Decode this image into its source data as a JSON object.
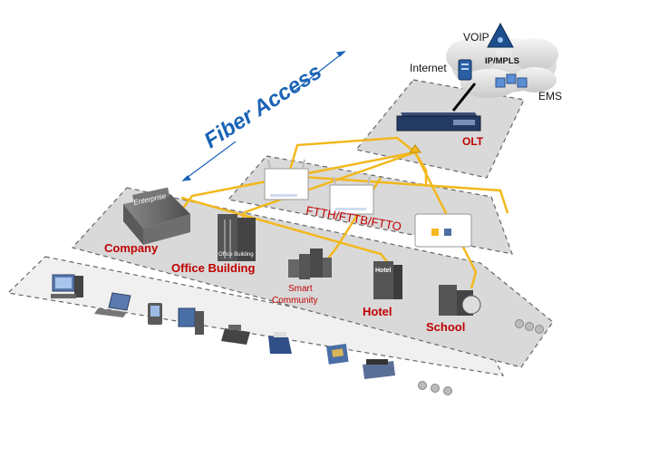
{
  "title": "Fiber Access",
  "cloud": {
    "voip": "VOIP",
    "core": "IP/MPLS",
    "internet": "Internet",
    "ems": "EMS"
  },
  "olt_label": "OLT",
  "access_label": "FTTH/FTTB/FTTO",
  "buildings": {
    "company": "Company",
    "company_sign": "Enterprise",
    "office": "Office Building",
    "office_sign": "Office Building",
    "smart_community_line1": "Smart",
    "smart_community_line2": "Community",
    "hotel": "Hotel",
    "hotel_sign": "Hotel",
    "school": "School"
  },
  "colors": {
    "accent_blue": "#1a63b5",
    "label_red": "#c00000",
    "fiber_yellow": "#f2b81d",
    "plane_gray": "#d9d9d9"
  },
  "icons": [
    "computer-icon",
    "laptop-icon",
    "pda-icon",
    "monitor-icon",
    "ip-phone-icon",
    "fax-icon",
    "pos-terminal-icon",
    "card-reader-icon",
    "more-dots-icon"
  ]
}
